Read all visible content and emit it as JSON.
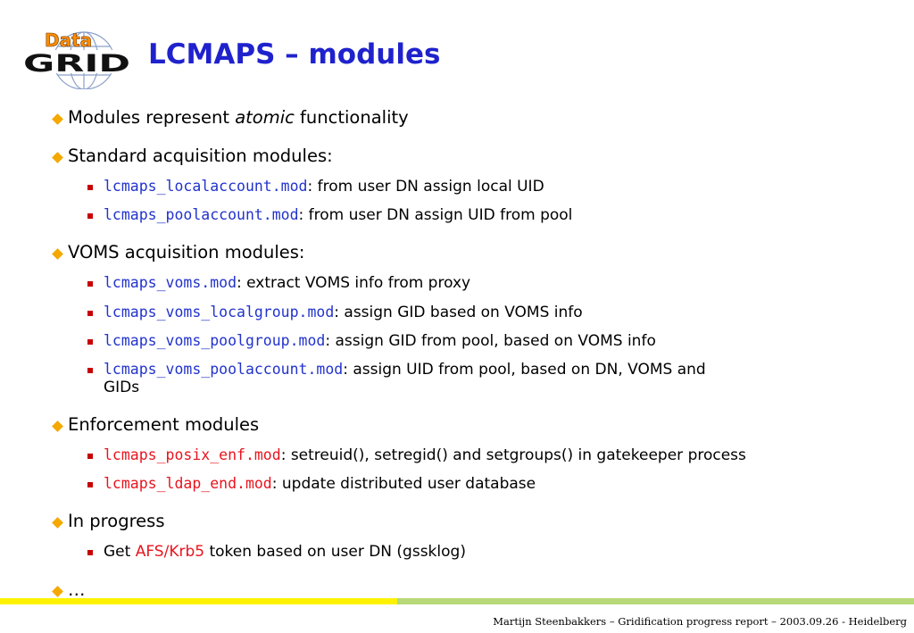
{
  "logo": {
    "top_text": "Data",
    "bottom_text": "GRID"
  },
  "title": "LCMAPS – modules",
  "bullets": {
    "b1": {
      "pre": "Modules represent ",
      "em": "atomic",
      "post": " functionality"
    },
    "b2": {
      "text": "Standard acquisition modules:"
    },
    "b2_1": {
      "code": "lcmaps_localaccount.mod",
      "text": ": from user DN assign local UID"
    },
    "b2_2": {
      "code": "lcmaps_poolaccount.mod",
      "text": ": from user DN assign UID from pool"
    },
    "b3": {
      "text": "VOMS acquisition modules:"
    },
    "b3_1": {
      "code": "lcmaps_voms.mod",
      "text": ": extract VOMS info from proxy"
    },
    "b3_2": {
      "code": "lcmaps_voms_localgroup.mod",
      "text": ": assign GID based on VOMS info"
    },
    "b3_3": {
      "code": "lcmaps_voms_poolgroup.mod",
      "text": ": assign GID from pool, based on VOMS info"
    },
    "b3_4": {
      "code": "lcmaps_voms_poolaccount.mod",
      "text": ": assign UID from pool, based on DN, VOMS and",
      "cont": "GIDs"
    },
    "b4": {
      "text": "Enforcement modules"
    },
    "b4_1": {
      "code": "lcmaps_posix_enf.mod",
      "text": ": setreuid(), setregid() and setgroups() in gatekeeper process"
    },
    "b4_2": {
      "code": "lcmaps_ldap_end.mod",
      "text": ": update distributed user database"
    },
    "b5": {
      "text": "In progress"
    },
    "b5_1": {
      "pre": "Get ",
      "highlight": "AFS/Krb5",
      "post": " token based on user DN (gssklog)"
    },
    "b6": {
      "text": "…"
    }
  },
  "footer": "Martijn Steenbakkers – Gridification progress report   – 2003.09.26  -  Heidelberg",
  "colors": {
    "title": "#1f22cc",
    "code_blue": "#2233cc",
    "code_red": "#e8141e",
    "bullet_l1": "#f5a800",
    "bullet_l2": "#c80000",
    "bar_yellow": "#fff200",
    "bar_green": "#b7d97a"
  },
  "icons": {
    "bullet_l1": "diamond-bullet-icon",
    "bullet_l2": "square-bullet-icon",
    "logo": "datagrid-globe-logo"
  }
}
